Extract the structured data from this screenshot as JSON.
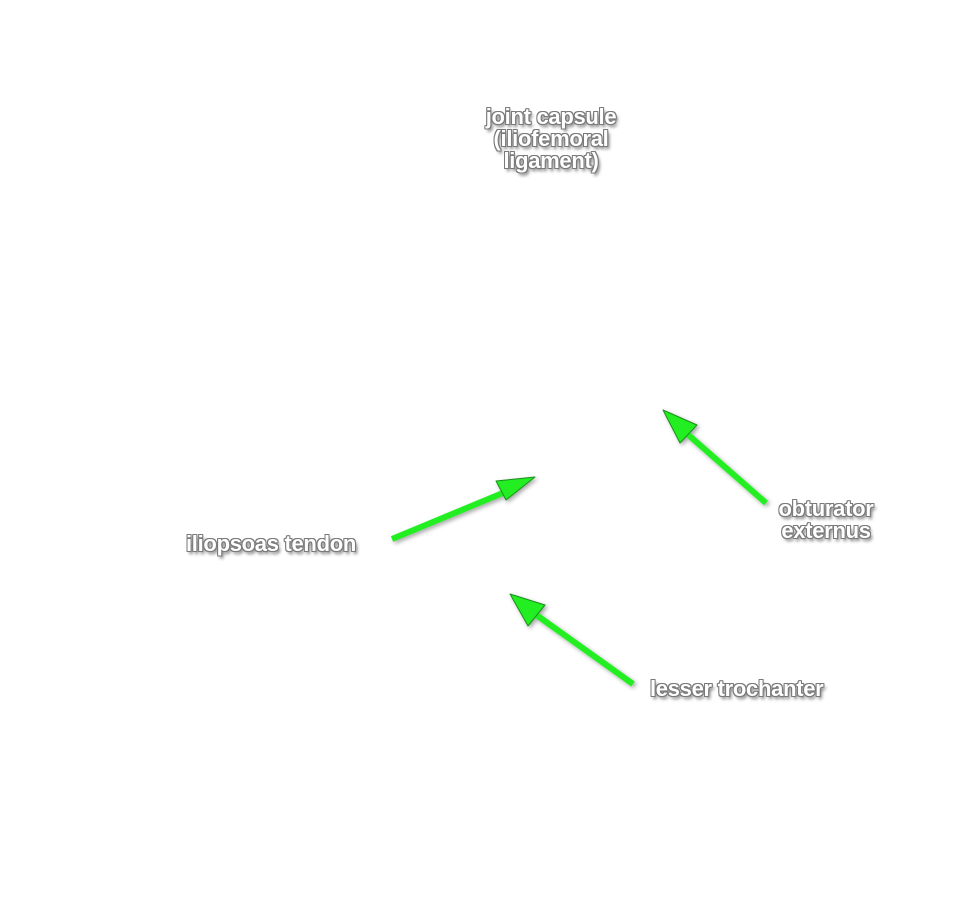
{
  "colors": {
    "arrow": "#22ee22",
    "arrow_outline": "#1a8f1a",
    "label_text": "#ffffff",
    "label_outline": "#7a7a7a"
  },
  "labels": {
    "joint_capsule": {
      "lines": [
        "joint capsule",
        "(iliofemoral",
        "ligament)"
      ]
    },
    "iliopsoas": {
      "text": "iliopsoas tendon"
    },
    "obturator": {
      "lines": [
        "obturator",
        "externus"
      ]
    },
    "lesser_trochanter": {
      "text": "lesser trochanter"
    }
  },
  "arrows": [
    {
      "name": "arrow-iliopsoas"
    },
    {
      "name": "arrow-obturator"
    },
    {
      "name": "arrow-lesser-trochanter"
    }
  ]
}
